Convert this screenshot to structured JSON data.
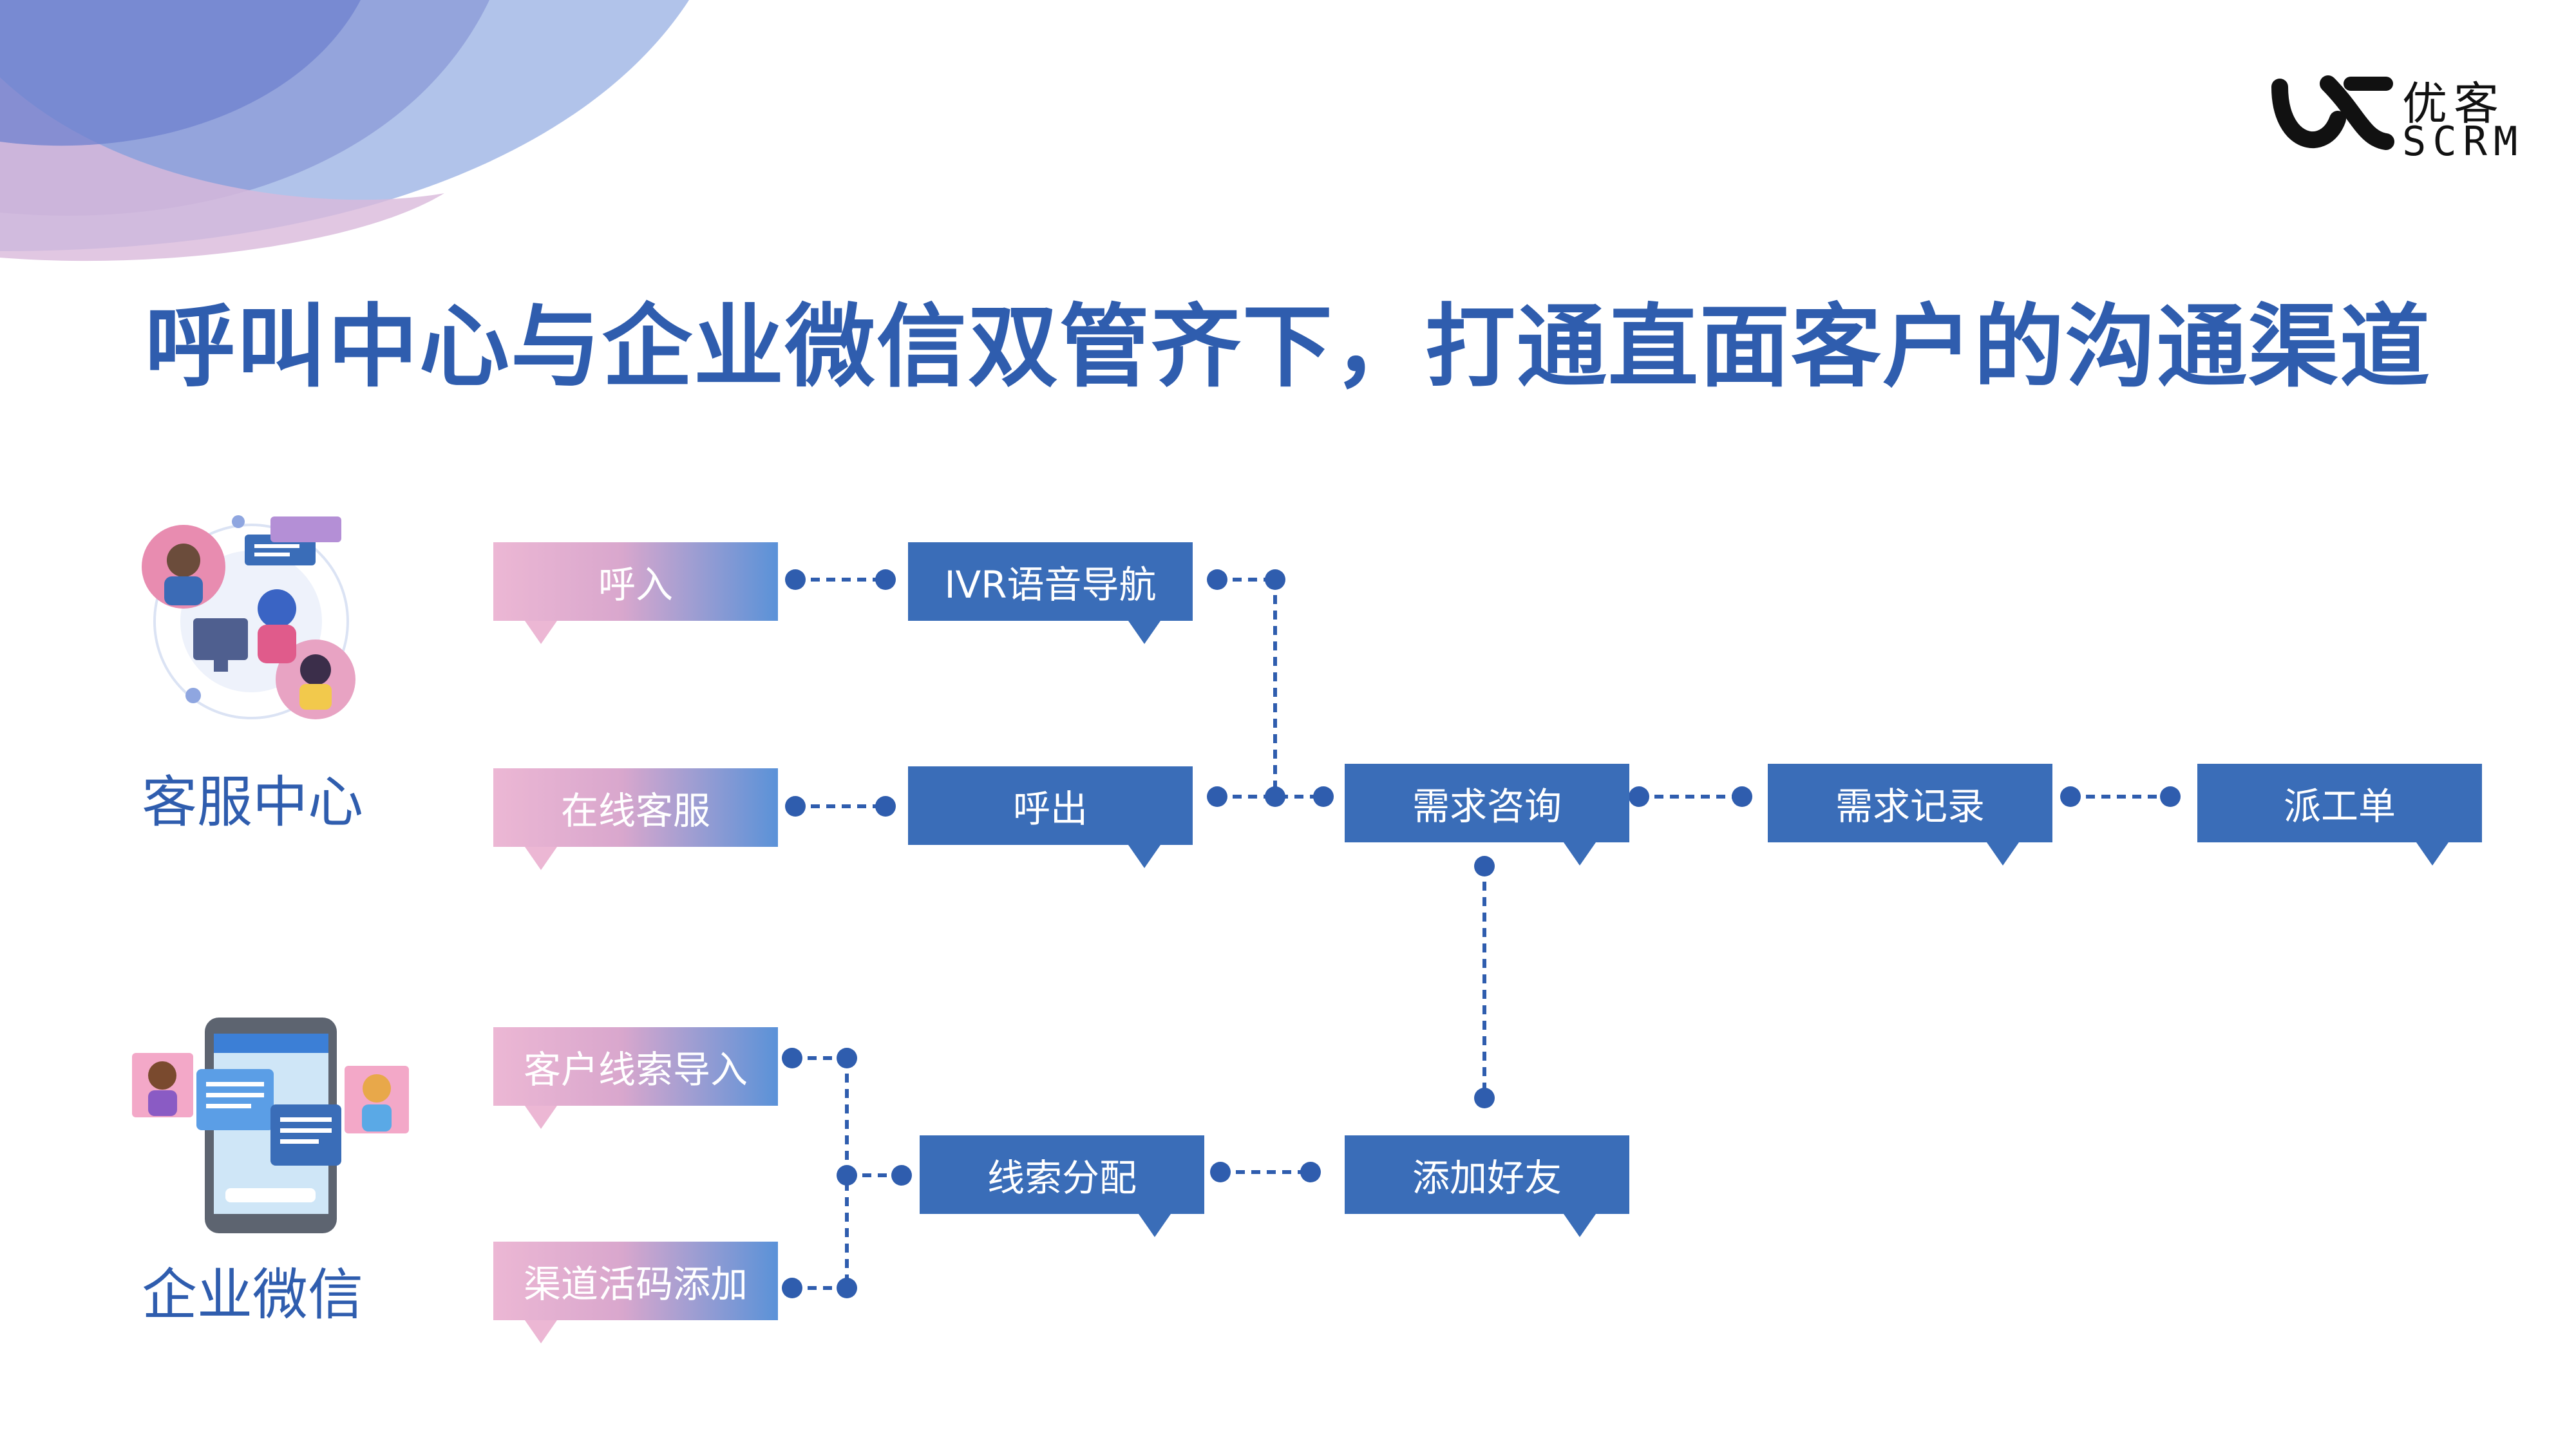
{
  "slide": {
    "title": "呼叫中心与企业微信双管齐下，打通直面客户的沟通渠道"
  },
  "logo": {
    "name": "优客",
    "sub": "SCRM"
  },
  "categories": {
    "call_center": "客服中心",
    "wecom": "企业微信"
  },
  "nodes": {
    "inbound": "呼入",
    "online_service": "在线客服",
    "ivr": "IVR语音导航",
    "outbound": "呼出",
    "demand_consult": "需求咨询",
    "demand_record": "需求记录",
    "dispatch": "派工单",
    "lead_import": "客户线索导入",
    "channel_code": "渠道活码添加",
    "lead_assign": "线索分配",
    "add_friend": "添加好友"
  },
  "colors": {
    "primary_blue": "#3a6db8",
    "title_blue": "#2f5dae",
    "pink": "#ecb7d4",
    "connector": "#2f5dae"
  }
}
